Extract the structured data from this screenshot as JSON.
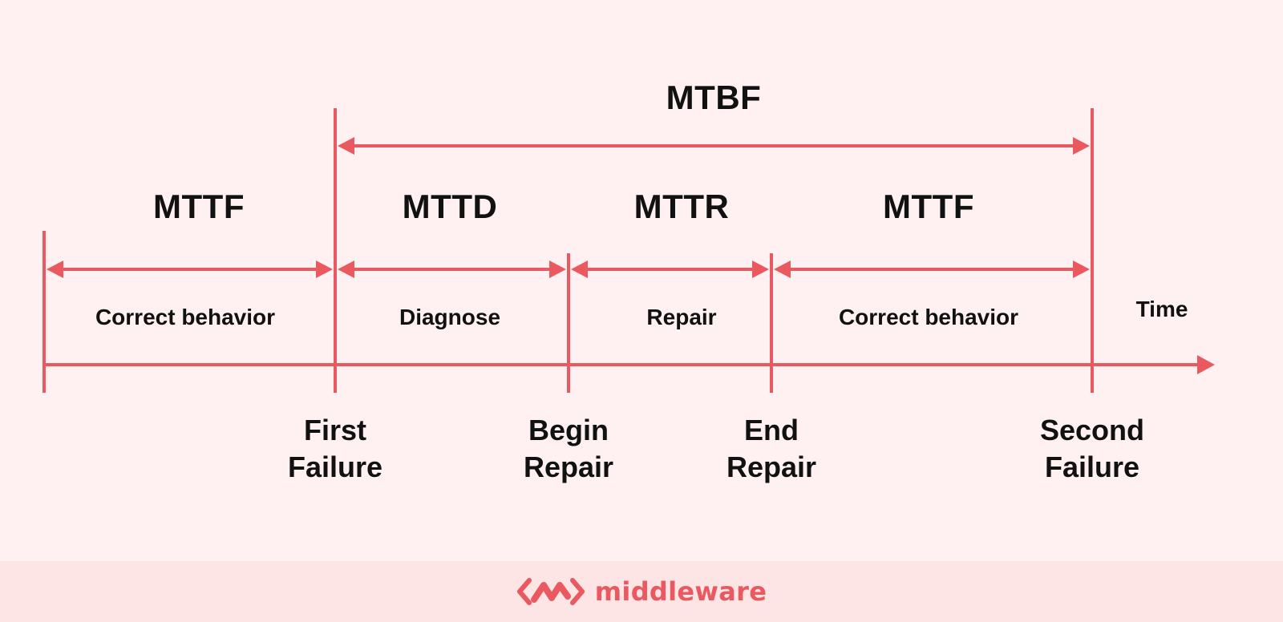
{
  "colors": {
    "accent": "#e9595f",
    "text": "#111111",
    "background": "#fff1f1",
    "footer_bg": "#fde4e5"
  },
  "spans_top": [
    {
      "id": "mtbf",
      "label": "MTBF"
    }
  ],
  "spans": [
    {
      "id": "mttf-1",
      "label": "MTTF",
      "phase": "Correct behavior"
    },
    {
      "id": "mttd",
      "label": "MTTD",
      "phase": "Diagnose"
    },
    {
      "id": "mttr",
      "label": "MTTR",
      "phase": "Repair"
    },
    {
      "id": "mttf-2",
      "label": "MTTF",
      "phase": "Correct behavior"
    }
  ],
  "events": [
    {
      "id": "first-failure",
      "line1": "First",
      "line2": "Failure"
    },
    {
      "id": "begin-repair",
      "line1": "Begin",
      "line2": "Repair"
    },
    {
      "id": "end-repair",
      "line1": "End",
      "line2": "Repair"
    },
    {
      "id": "second-failure",
      "line1": "Second",
      "line2": "Failure"
    }
  ],
  "axis": {
    "label": "Time"
  },
  "brand": {
    "name": "middleware",
    "icon": "middleware-logo-icon"
  }
}
